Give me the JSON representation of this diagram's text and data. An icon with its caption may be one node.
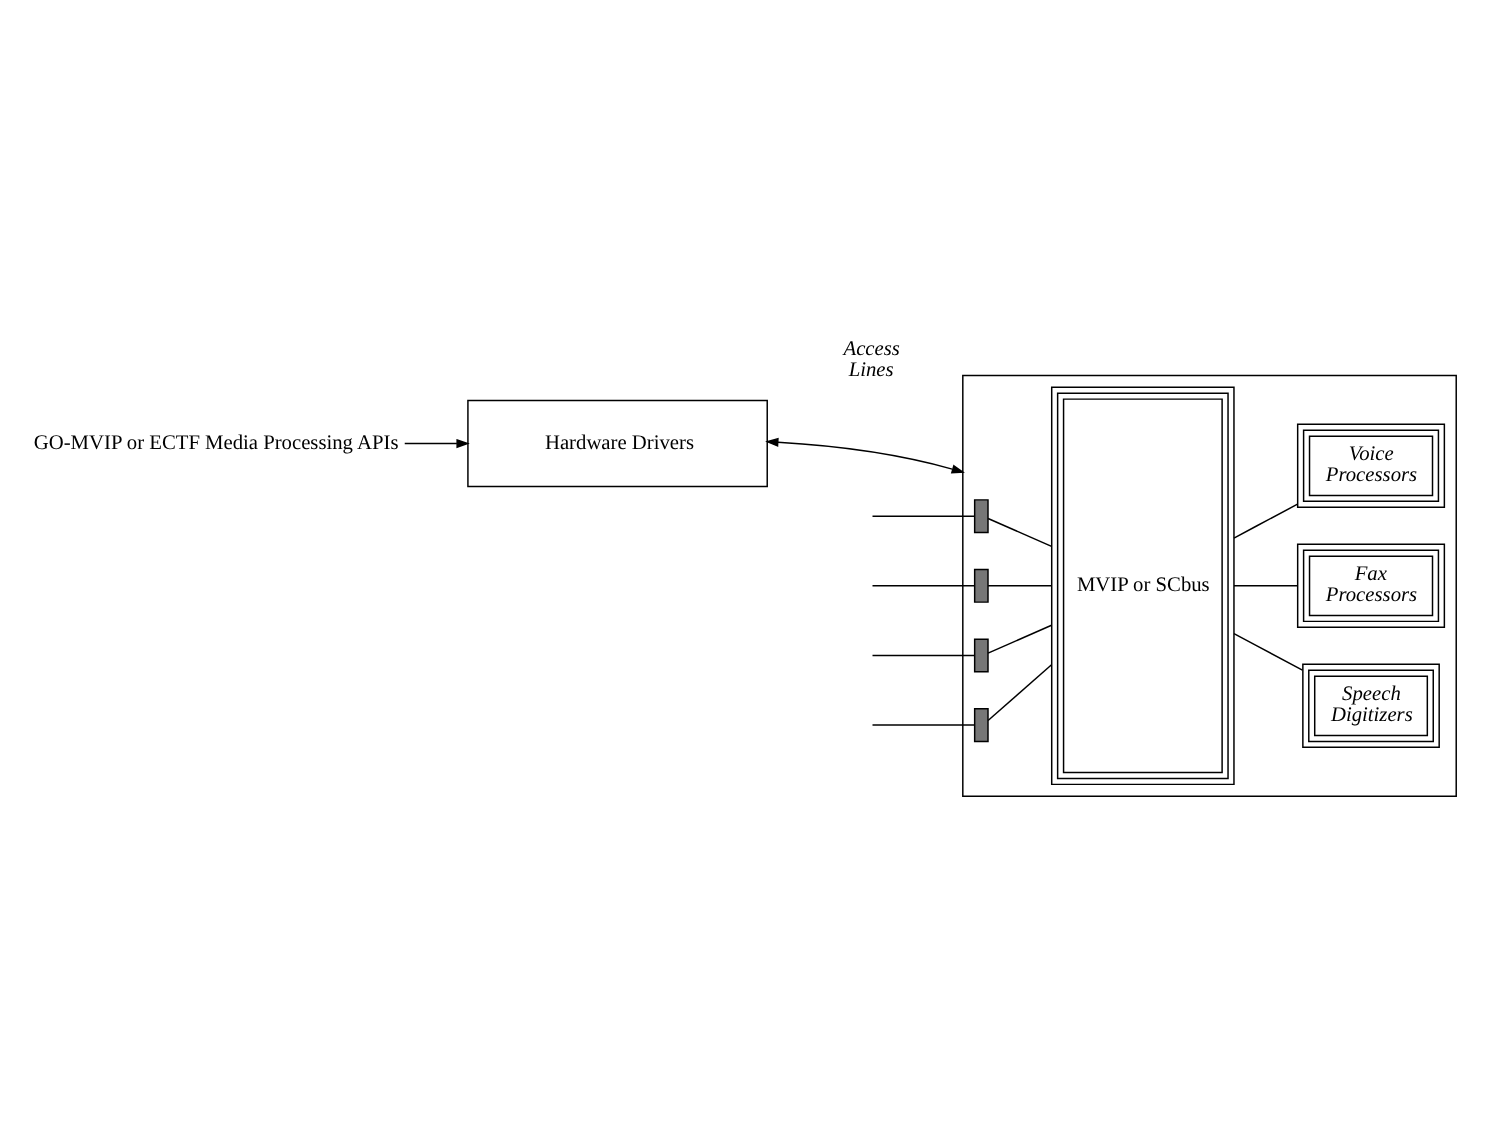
{
  "diagram": {
    "nodes": [
      {
        "text": [
          "GO-MVIP or ECTF Media Processing APIs"
        ]
      },
      {
        "text": [
          "Hardware Drivers"
        ]
      },
      {
        "text": [],
        "shape": "box"
      },
      {
        "text": [
          "MVIP or SCbus"
        ],
        "in": 2
      },
      {
        "text": [
          "Speech Digitizers"
        ],
        "in": 2
      },
      {
        "text": [
          "Fax Processors"
        ],
        "in": 2
      },
      {
        "text": [
          "Voice Processors"
        ],
        "in": 2
      },
      {
        "text": [],
        "shape": "bar",
        "in": 2
      },
      {
        "text": [],
        "shape": "bar",
        "in": 2
      },
      {
        "text": [],
        "shape": "bar",
        "in": 2
      },
      {
        "text": [],
        "shape": "bar",
        "in": 2
      }
    ],
    "edges": [
      {
        "from": 0,
        "to": 1,
        "arrow": "to"
      },
      {
        "from": 1,
        "to": 2,
        "arrow": "both"
      },
      {
        "from": 3,
        "to": 4,
        "arrow": "none"
      },
      {
        "from": 3,
        "to": 5,
        "arrow": "none"
      },
      {
        "from": 3,
        "to": 6,
        "arrow": "none"
      },
      {
        "from": null,
        "to": 7,
        "arrow": "none"
      },
      {
        "from": null,
        "to": 8,
        "arrow": "none"
      },
      {
        "from": null,
        "to": 9,
        "arrow": "none"
      },
      {
        "from": null,
        "to": 10,
        "arrow": "none"
      },
      {
        "from": 7,
        "to": 3,
        "arrow": "none"
      },
      {
        "from": 8,
        "to": 3,
        "arrow": "none"
      },
      {
        "from": 9,
        "to": 3,
        "arrow": "none"
      },
      {
        "from": 10,
        "to": 3,
        "arrow": "none"
      }
    ],
    "labels": [
      "Access Lines"
    ]
  }
}
